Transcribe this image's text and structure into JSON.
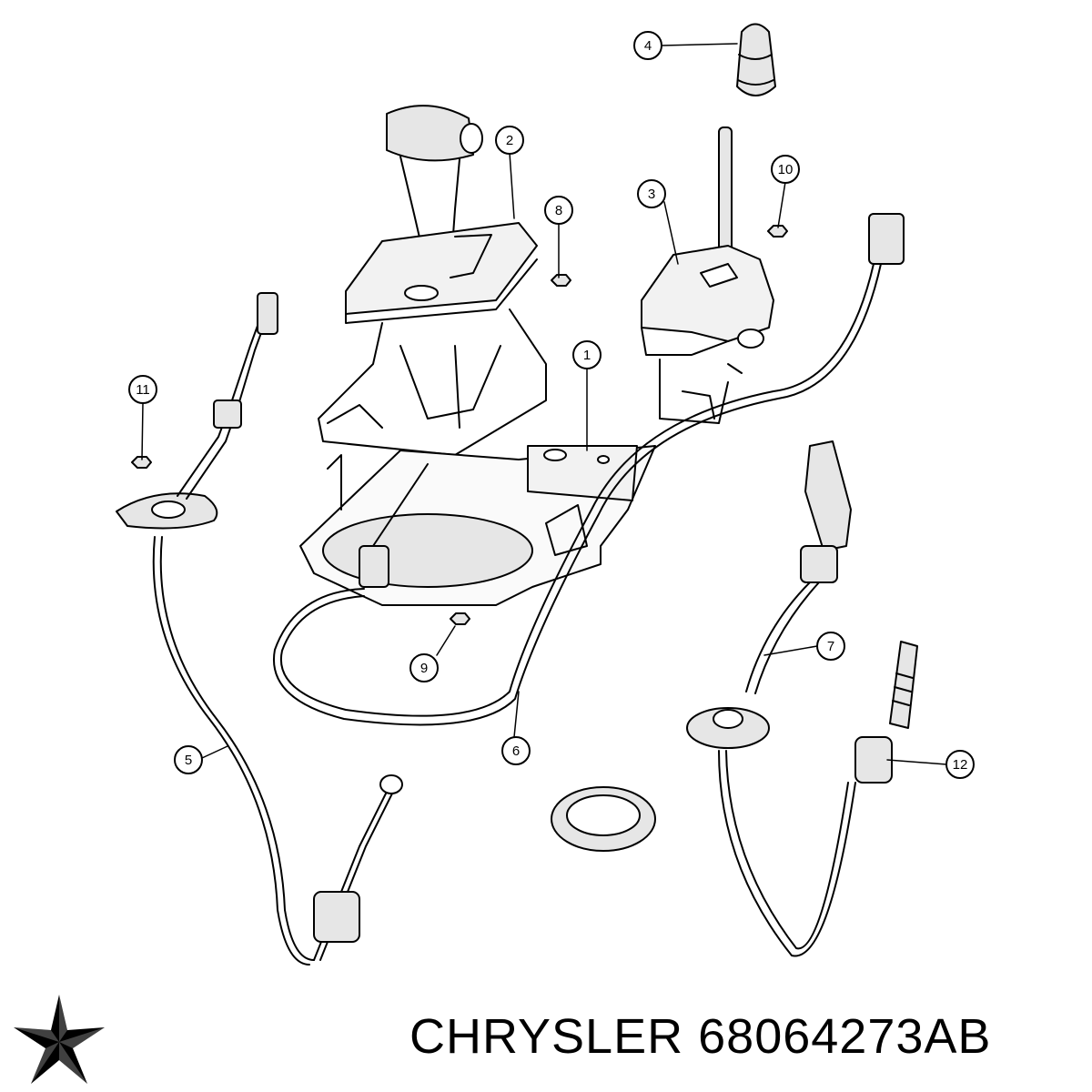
{
  "callouts": [
    {
      "label": "1"
    },
    {
      "label": "2"
    },
    {
      "label": "3"
    },
    {
      "label": "4"
    },
    {
      "label": "5"
    },
    {
      "label": "6"
    },
    {
      "label": "7"
    },
    {
      "label": "8"
    },
    {
      "label": "9"
    },
    {
      "label": "10"
    },
    {
      "label": "11"
    },
    {
      "label": "12"
    }
  ],
  "brand": {
    "name": "CHRYSLER",
    "part_number": "68064273AB",
    "logo": "chrysler-pentastar-icon"
  },
  "colors": {
    "line": "#000000",
    "part_fill": "#e6e6e6",
    "background": "#ffffff"
  }
}
